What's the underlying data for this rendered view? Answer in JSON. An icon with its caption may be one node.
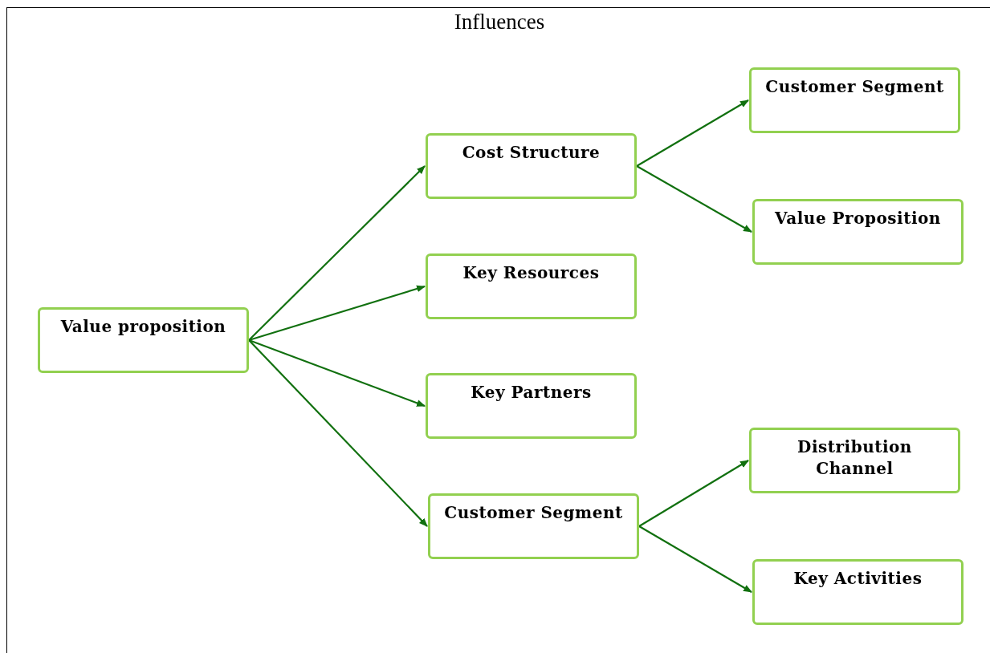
{
  "diagram": {
    "title": "Influences",
    "nodes": [
      {
        "text": [
          "Value proposition"
        ]
      },
      {
        "text": [
          "Cost Structure"
        ]
      },
      {
        "text": [
          "Key Resources"
        ]
      },
      {
        "text": [
          "Key Partners"
        ]
      },
      {
        "text": [
          "Customer Segment"
        ]
      },
      {
        "text": [
          "Customer Segment"
        ]
      },
      {
        "text": [
          "Value Proposition"
        ]
      },
      {
        "text": [
          "Distribution Channel"
        ]
      },
      {
        "text": [
          "Key Activities"
        ]
      }
    ],
    "edges": [
      {
        "from": 0,
        "to": 1,
        "arrow": "to"
      },
      {
        "from": 0,
        "to": 2,
        "arrow": "to"
      },
      {
        "from": 0,
        "to": 3,
        "arrow": "to"
      },
      {
        "from": 0,
        "to": 4,
        "arrow": "to"
      },
      {
        "from": 1,
        "to": 5,
        "arrow": "to"
      },
      {
        "from": 1,
        "to": 6,
        "arrow": "to"
      },
      {
        "from": 4,
        "to": 7,
        "arrow": "to"
      },
      {
        "from": 4,
        "to": 8,
        "arrow": "to"
      }
    ]
  }
}
